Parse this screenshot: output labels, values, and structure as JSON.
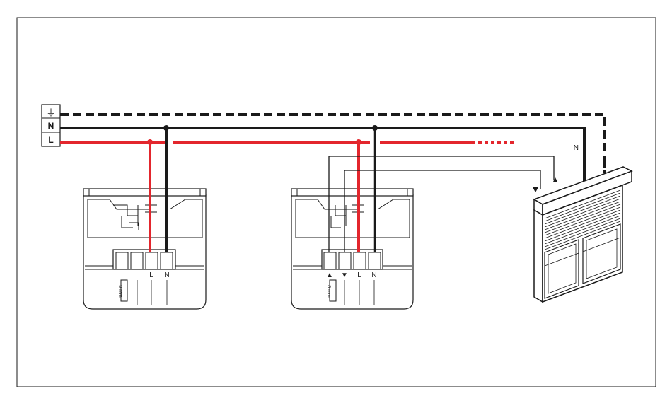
{
  "supply": {
    "earth_symbol": "⏚",
    "neutral_label": "N",
    "line_label": "L"
  },
  "motor_neutral_label": "N",
  "device_left": {
    "terminal_labels": [
      "L",
      "N"
    ],
    "size_note": "8 mm"
  },
  "device_right": {
    "terminal_labels": [
      "▲",
      "▼",
      "L",
      "N"
    ],
    "size_note": "8 mm"
  },
  "shutter": {
    "up_arrow": "▲",
    "down_arrow": "▼"
  },
  "colors": {
    "line_red": "#e3262d",
    "neutral_black": "#1a1a1a",
    "wire_thin": "#1a1a1a",
    "frame": "#1a1a1a"
  }
}
